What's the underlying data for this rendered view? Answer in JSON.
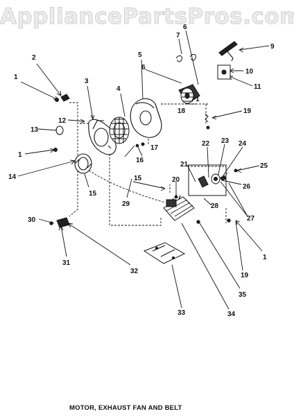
{
  "watermark": "AppliancePartsPros.com",
  "caption": "MOTOR, EXHAUST FAN AND BELT",
  "callouts": {
    "c1a": "1",
    "c2": "2",
    "c3": "3",
    "c4": "4",
    "c5": "5",
    "c6a": "6",
    "c6b": "6",
    "c7": "7",
    "c9": "9",
    "c10": "10",
    "c11": "11",
    "c12": "12",
    "c13": "13",
    "c1b": "1",
    "c14": "14",
    "c15a": "15",
    "c15b": "15",
    "c16": "16",
    "c17": "17",
    "c18": "18",
    "c1c": "1",
    "c19a": "19",
    "c20": "20",
    "c21": "21",
    "c22": "22",
    "c23": "23",
    "c24": "24",
    "c25": "25",
    "c26": "26",
    "c27": "27",
    "c28": "28",
    "c29": "29",
    "c30": "30",
    "c31": "31",
    "c32": "32",
    "c33": "33",
    "c34": "34",
    "c35": "35",
    "c1d": "1",
    "c19b": "19"
  }
}
